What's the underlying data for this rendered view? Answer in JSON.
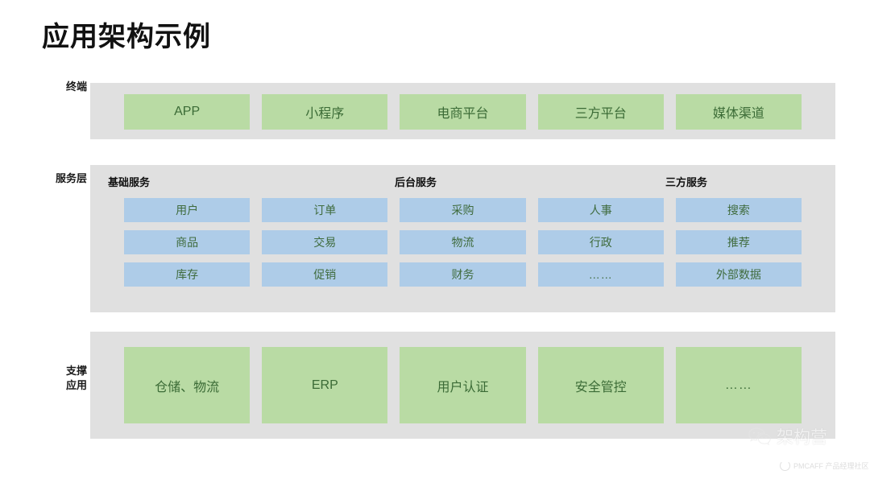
{
  "page": {
    "title": "应用架构示例",
    "background": "#ffffff"
  },
  "colors": {
    "panel": "#e0e0e0",
    "green_tile": "#b9dba4",
    "green_text": "#3b6b36",
    "blue_tile": "#aecce8",
    "blue_text": "#3f6b3d",
    "label_text": "#111111"
  },
  "rows": {
    "terminal": {
      "label": "终端",
      "tiles": [
        {
          "label": "APP"
        },
        {
          "label": "小程序"
        },
        {
          "label": "电商平台"
        },
        {
          "label": "三方平台"
        },
        {
          "label": "媒体渠道"
        }
      ]
    },
    "service": {
      "label": "服务层",
      "groups": [
        {
          "label": "基础服务"
        },
        {
          "label": "后台服务"
        },
        {
          "label": "三方服务"
        }
      ],
      "grid": [
        [
          {
            "label": "用户"
          },
          {
            "label": "订单"
          },
          {
            "label": "采购"
          },
          {
            "label": "人事"
          },
          {
            "label": "搜索"
          }
        ],
        [
          {
            "label": "商品"
          },
          {
            "label": "交易"
          },
          {
            "label": "物流"
          },
          {
            "label": "行政"
          },
          {
            "label": "推荐"
          }
        ],
        [
          {
            "label": "库存"
          },
          {
            "label": "促销"
          },
          {
            "label": "财务"
          },
          {
            "label": "……"
          },
          {
            "label": "外部数据"
          }
        ]
      ]
    },
    "support": {
      "label": "支撑\n应用",
      "tiles": [
        {
          "label": "仓储、物流"
        },
        {
          "label": "ERP"
        },
        {
          "label": "用户认证"
        },
        {
          "label": "安全管控"
        },
        {
          "label": "……"
        }
      ]
    }
  },
  "watermark": {
    "name": "架构营",
    "sub": "PMCAFF 产品经理社区"
  }
}
